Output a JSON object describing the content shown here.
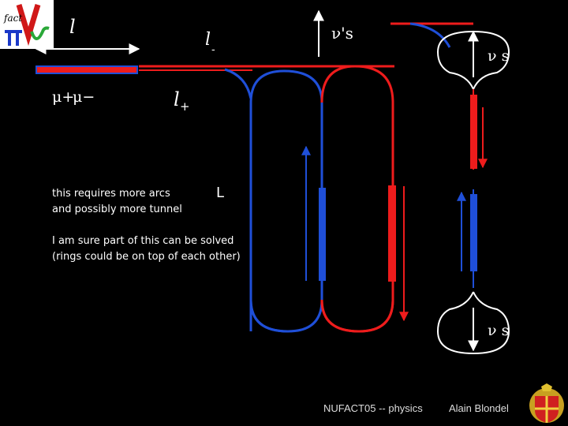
{
  "logo": {
    "text": "fact"
  },
  "labels": {
    "l_top": "l",
    "l_minus": "l",
    "l_minus_sub": "-",
    "l_plus": "l",
    "l_plus_sub": "+",
    "mu_plus": "μ+",
    "mu_minus": "μ−",
    "nu_top": "ν's",
    "nu_right_top": "ν s",
    "nu_right_bottom": "ν s",
    "L": "L"
  },
  "notes": {
    "note1_line1": "this requires more arcs",
    "note1_line2": "and possibly more tunnel",
    "note2_line1": "I am sure part of this can be solved",
    "note2_line2": "(rings could be on top of each other)"
  },
  "footer": {
    "conference": "NUFACT05 -- physics",
    "author": "Alain Blondel"
  },
  "colors": {
    "red": "#ee1c1c",
    "blue": "#1f4fd8",
    "background": "#000000",
    "text": "#ffffff"
  }
}
